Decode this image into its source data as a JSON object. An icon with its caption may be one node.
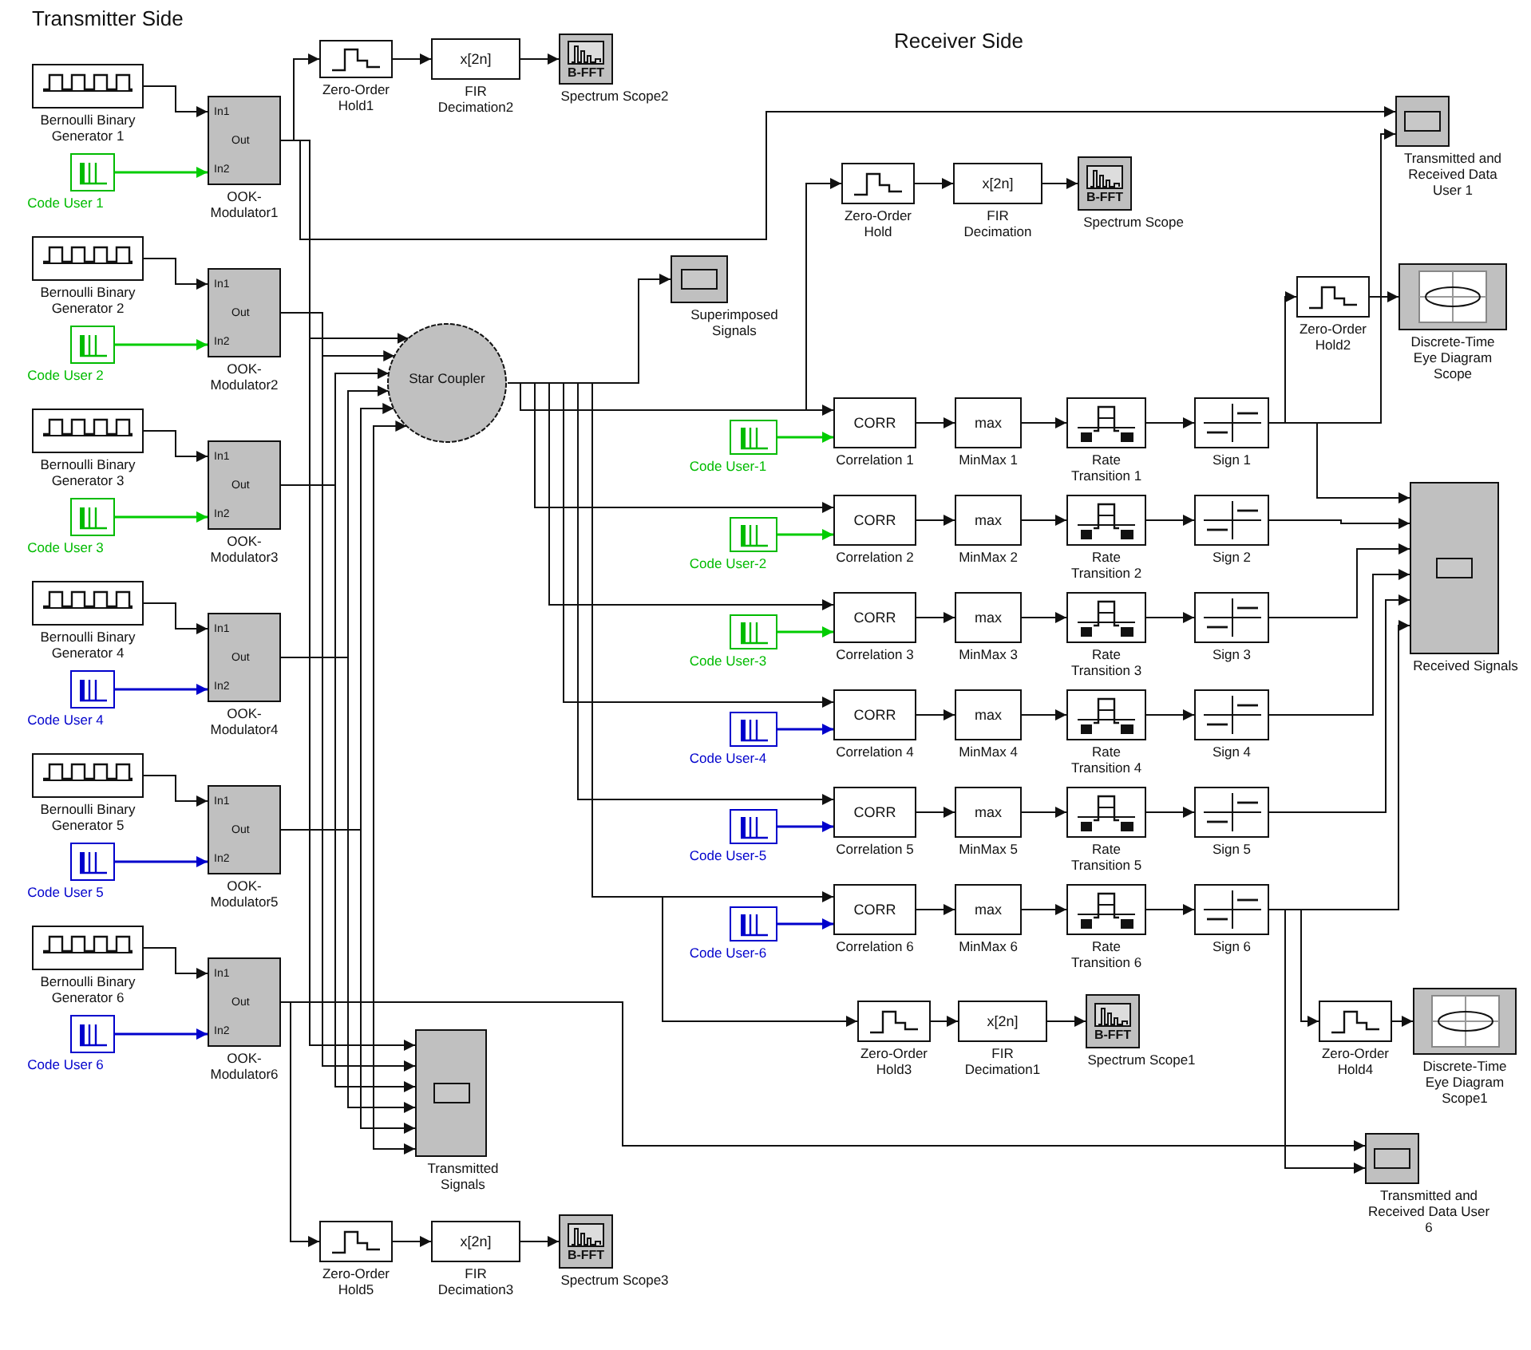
{
  "diagram": {
    "nodes": [
      {
        "text": [
          "Bernoulli Binary Generator 1"
        ]
      },
      {
        "text": [
          "Code User 1"
        ]
      },
      {
        "text": [
          "In1",
          "Out",
          "In2",
          "OOK-Modulator1"
        ]
      },
      {
        "text": [
          "Bernoulli Binary Generator 2"
        ]
      },
      {
        "text": [
          "Code User 2"
        ]
      },
      {
        "text": [
          "In1",
          "Out",
          "In2",
          "OOK-Modulator2"
        ]
      },
      {
        "text": [
          "Bernoulli Binary Generator 3"
        ]
      },
      {
        "text": [
          "Code User 3"
        ]
      },
      {
        "text": [
          "In1",
          "Out",
          "In2",
          "OOK-Modulator3"
        ]
      },
      {
        "text": [
          "Bernoulli Binary Generator 4"
        ]
      },
      {
        "text": [
          "Code User 4"
        ]
      },
      {
        "text": [
          "In1",
          "Out",
          "In2",
          "OOK-Modulator4"
        ]
      },
      {
        "text": [
          "Bernoulli Binary Generator 5"
        ]
      },
      {
        "text": [
          "Code User 5"
        ]
      },
      {
        "text": [
          "In1",
          "Out",
          "In2",
          "OOK-Modulator5"
        ]
      },
      {
        "text": [
          "Bernoulli Binary Generator 6"
        ]
      },
      {
        "text": [
          "Code User 6"
        ]
      },
      {
        "text": [
          "In1",
          "Out",
          "In2",
          "OOK-Modulator6"
        ]
      },
      {
        "text": [
          "Zero-Order Hold1"
        ]
      },
      {
        "text": [
          "x[2n]",
          "FIR Decimation2"
        ]
      },
      {
        "text": [
          "B-FFT",
          "Spectrum Scope2"
        ]
      },
      {
        "text": [
          "Star Coupler"
        ]
      },
      {
        "text": [
          "Transmitted Signals"
        ]
      },
      {
        "text": [
          "Zero-Order Hold5"
        ]
      },
      {
        "text": [
          "x[2n]",
          "FIR Decimation3"
        ]
      },
      {
        "text": [
          "B-FFT",
          "Spectrum Scope3"
        ]
      },
      {
        "text": [
          "Superimposed Signals"
        ]
      },
      {
        "text": [
          "Zero-Order Hold"
        ]
      },
      {
        "text": [
          "x[2n]",
          "FIR Decimation"
        ]
      },
      {
        "text": [
          "B-FFT",
          "Spectrum Scope"
        ]
      },
      {
        "text": [
          "Transmitted and Received Data User 1"
        ]
      },
      {
        "text": [
          "Zero-Order Hold2"
        ]
      },
      {
        "text": [
          "Discrete-Time Eye Diagram Scope"
        ]
      },
      {
        "text": [
          "Code User-1"
        ]
      },
      {
        "text": [
          "CORR",
          "Correlation 1"
        ]
      },
      {
        "text": [
          "max",
          "MinMax 1"
        ]
      },
      {
        "text": [
          "Rate Transition 1"
        ]
      },
      {
        "text": [
          "Sign 1"
        ]
      },
      {
        "text": [
          "Code User-2"
        ]
      },
      {
        "text": [
          "CORR",
          "Correlation 2"
        ]
      },
      {
        "text": [
          "max",
          "MinMax 2"
        ]
      },
      {
        "text": [
          "Rate Transition 2"
        ]
      },
      {
        "text": [
          "Sign 2"
        ]
      },
      {
        "text": [
          "Code User-3"
        ]
      },
      {
        "text": [
          "CORR",
          "Correlation 3"
        ]
      },
      {
        "text": [
          "max",
          "MinMax 3"
        ]
      },
      {
        "text": [
          "Rate Transition 3"
        ]
      },
      {
        "text": [
          "Sign 3"
        ]
      },
      {
        "text": [
          "Code User-4"
        ]
      },
      {
        "text": [
          "CORR",
          "Correlation 4"
        ]
      },
      {
        "text": [
          "max",
          "MinMax 4"
        ]
      },
      {
        "text": [
          "Rate Transition 4"
        ]
      },
      {
        "text": [
          "Sign 4"
        ]
      },
      {
        "text": [
          "Code User-5"
        ]
      },
      {
        "text": [
          "CORR",
          "Correlation 5"
        ]
      },
      {
        "text": [
          "max",
          "MinMax 5"
        ]
      },
      {
        "text": [
          "Rate Transition 5"
        ]
      },
      {
        "text": [
          "Sign 5"
        ]
      },
      {
        "text": [
          "Code User-6"
        ]
      },
      {
        "text": [
          "CORR",
          "Correlation 6"
        ]
      },
      {
        "text": [
          "max",
          "MinMax 6"
        ]
      },
      {
        "text": [
          "Rate Transition 6"
        ]
      },
      {
        "text": [
          "Sign 6"
        ]
      },
      {
        "text": [
          "Received Signals"
        ]
      },
      {
        "text": [
          "Zero-Order Hold3"
        ]
      },
      {
        "text": [
          "x[2n]",
          "FIR Decimation1"
        ]
      },
      {
        "text": [
          "B-FFT",
          "Spectrum Scope1"
        ]
      },
      {
        "text": [
          "Zero-Order Hold4"
        ]
      },
      {
        "text": [
          "Discrete-Time Eye Diagram Scope1"
        ]
      },
      {
        "text": [
          "Transmitted and Received Data User 6"
        ]
      }
    ],
    "edges": [
      {
        "from": 0,
        "to": 2,
        "arrow": "to"
      },
      {
        "from": 1,
        "to": 2,
        "arrow": "to",
        "color": "#00cc00"
      },
      {
        "from": 3,
        "to": 5,
        "arrow": "to"
      },
      {
        "from": 4,
        "to": 5,
        "arrow": "to",
        "color": "#00cc00"
      },
      {
        "from": 6,
        "to": 8,
        "arrow": "to"
      },
      {
        "from": 7,
        "to": 8,
        "arrow": "to",
        "color": "#00cc00"
      },
      {
        "from": 9,
        "to": 11,
        "arrow": "to"
      },
      {
        "from": 10,
        "to": 11,
        "arrow": "to",
        "color": "#0000cc"
      },
      {
        "from": 12,
        "to": 14,
        "arrow": "to"
      },
      {
        "from": 13,
        "to": 14,
        "arrow": "to",
        "color": "#0000cc"
      },
      {
        "from": 15,
        "to": 17,
        "arrow": "to"
      },
      {
        "from": 16,
        "to": 17,
        "arrow": "to",
        "color": "#0000cc"
      },
      {
        "from": 2,
        "to": 18,
        "arrow": "to"
      },
      {
        "from": 18,
        "to": 19,
        "arrow": "to"
      },
      {
        "from": 19,
        "to": 20,
        "arrow": "to"
      },
      {
        "from": 2,
        "to": 30,
        "arrow": "to"
      },
      {
        "from": 2,
        "to": 21,
        "arrow": "to"
      },
      {
        "from": 5,
        "to": 21,
        "arrow": "to"
      },
      {
        "from": 8,
        "to": 21,
        "arrow": "to"
      },
      {
        "from": 11,
        "to": 21,
        "arrow": "to"
      },
      {
        "from": 14,
        "to": 21,
        "arrow": "to"
      },
      {
        "from": 17,
        "to": 21,
        "arrow": "to"
      },
      {
        "from": 2,
        "to": 22,
        "arrow": "to"
      },
      {
        "from": 5,
        "to": 22,
        "arrow": "to"
      },
      {
        "from": 8,
        "to": 22,
        "arrow": "to"
      },
      {
        "from": 11,
        "to": 22,
        "arrow": "to"
      },
      {
        "from": 14,
        "to": 22,
        "arrow": "to"
      },
      {
        "from": 17,
        "to": 22,
        "arrow": "to"
      },
      {
        "from": 17,
        "to": 23,
        "arrow": "to"
      },
      {
        "from": 23,
        "to": 24,
        "arrow": "to"
      },
      {
        "from": 24,
        "to": 25,
        "arrow": "to"
      },
      {
        "from": 17,
        "to": 69,
        "arrow": "to"
      },
      {
        "from": 21,
        "to": 26,
        "arrow": "to"
      },
      {
        "from": 21,
        "to": 27,
        "arrow": "to"
      },
      {
        "from": 27,
        "to": 28,
        "arrow": "to"
      },
      {
        "from": 28,
        "to": 29,
        "arrow": "to"
      },
      {
        "from": 21,
        "to": 34,
        "arrow": "to"
      },
      {
        "from": 33,
        "to": 34,
        "arrow": "to",
        "color": "#00cc00"
      },
      {
        "from": 34,
        "to": 35,
        "arrow": "to"
      },
      {
        "from": 35,
        "to": 36,
        "arrow": "to"
      },
      {
        "from": 36,
        "to": 37,
        "arrow": "to"
      },
      {
        "from": 37,
        "to": 31,
        "arrow": "to"
      },
      {
        "from": 31,
        "to": 32,
        "arrow": "to"
      },
      {
        "from": 37,
        "to": 30,
        "arrow": "to"
      },
      {
        "from": 37,
        "to": 63,
        "arrow": "to"
      },
      {
        "from": 21,
        "to": 39,
        "arrow": "to"
      },
      {
        "from": 38,
        "to": 39,
        "arrow": "to",
        "color": "#00cc00"
      },
      {
        "from": 39,
        "to": 40,
        "arrow": "to"
      },
      {
        "from": 40,
        "to": 41,
        "arrow": "to"
      },
      {
        "from": 41,
        "to": 42,
        "arrow": "to"
      },
      {
        "from": 42,
        "to": 63,
        "arrow": "to"
      },
      {
        "from": 21,
        "to": 44,
        "arrow": "to"
      },
      {
        "from": 43,
        "to": 44,
        "arrow": "to",
        "color": "#00cc00"
      },
      {
        "from": 44,
        "to": 45,
        "arrow": "to"
      },
      {
        "from": 45,
        "to": 46,
        "arrow": "to"
      },
      {
        "from": 46,
        "to": 47,
        "arrow": "to"
      },
      {
        "from": 47,
        "to": 63,
        "arrow": "to"
      },
      {
        "from": 21,
        "to": 49,
        "arrow": "to"
      },
      {
        "from": 48,
        "to": 49,
        "arrow": "to",
        "color": "#0000cc"
      },
      {
        "from": 49,
        "to": 50,
        "arrow": "to"
      },
      {
        "from": 50,
        "to": 51,
        "arrow": "to"
      },
      {
        "from": 51,
        "to": 52,
        "arrow": "to"
      },
      {
        "from": 52,
        "to": 63,
        "arrow": "to"
      },
      {
        "from": 21,
        "to": 54,
        "arrow": "to"
      },
      {
        "from": 53,
        "to": 54,
        "arrow": "to",
        "color": "#0000cc"
      },
      {
        "from": 54,
        "to": 55,
        "arrow": "to"
      },
      {
        "from": 55,
        "to": 56,
        "arrow": "to"
      },
      {
        "from": 56,
        "to": 57,
        "arrow": "to"
      },
      {
        "from": 57,
        "to": 63,
        "arrow": "to"
      },
      {
        "from": 21,
        "to": 59,
        "arrow": "to"
      },
      {
        "from": 58,
        "to": 59,
        "arrow": "to",
        "color": "#0000cc"
      },
      {
        "from": 59,
        "to": 60,
        "arrow": "to"
      },
      {
        "from": 60,
        "to": 61,
        "arrow": "to"
      },
      {
        "from": 61,
        "to": 62,
        "arrow": "to"
      },
      {
        "from": 62,
        "to": 63,
        "arrow": "to"
      },
      {
        "from": 21,
        "to": 64,
        "arrow": "to"
      },
      {
        "from": 64,
        "to": 65,
        "arrow": "to"
      },
      {
        "from": 65,
        "to": 66,
        "arrow": "to"
      },
      {
        "from": 62,
        "to": 67,
        "arrow": "to"
      },
      {
        "from": 67,
        "to": 68,
        "arrow": "to"
      },
      {
        "from": 62,
        "to": 69,
        "arrow": "to"
      }
    ],
    "labels": [
      "Transmitter Side",
      "Receiver Side"
    ]
  }
}
